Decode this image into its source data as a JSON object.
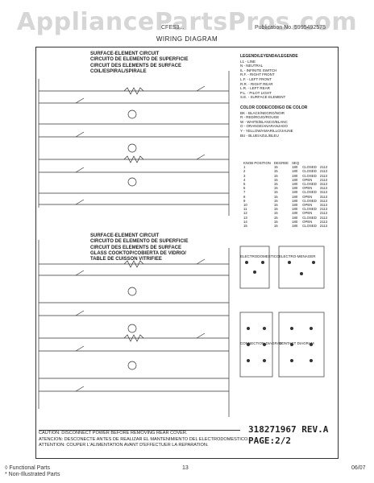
{
  "watermark": "AppliancePartsPros.com",
  "header": {
    "model_left": "CFES3...",
    "publication": "Publication No. 5995492575",
    "title": "WIRING DIAGRAM"
  },
  "sections": {
    "top": [
      "SURFACE-ELEMENT CIRCUIT",
      "CIRCUITO DE ELEMENTO DE SUPERFICIE",
      "CIRCUIT DES ELEMENTS DE SURFACE",
      "COIL/ESPIRAL/SPIRALE"
    ],
    "bottom": [
      "SURFACE-ELEMENT CIRCUIT",
      "CIRCUITO DE ELEMENTO DE SUPERFICIE",
      "CIRCUIT DES ELEMENTS DE SURFACE",
      "GLASS COOKTOP/COBIERTA DE VIDRIO/",
      "TABLE DE CUISSON VITRIFIEE"
    ]
  },
  "legend": {
    "heading": "LEGEND/LEYENDA/LEGENDE",
    "items": [
      "L1 - LINE",
      "N - NEUTRAL",
      "IL - INFINITE SWITCH",
      "R.F. - RIGHT FRONT",
      "L.F. - LEFT FRONT",
      "R.R. - RIGHT REAR",
      "L.R. - LEFT REAR",
      "P.L. - PILOT LIGHT",
      "S.E. - SURFACE ELEMENT"
    ],
    "color_heading": "COLOR CODE/CODIGO DE COLOR",
    "colors": [
      "BK - BLACK/NEGRO/NOIR",
      "R - RED/ROJO/ROUGE",
      "W - WHITE/BLANCO/BLANC",
      "O - ORANGE/ANARANJADO",
      "Y - YELLOW/AMARILLO/JAUNE",
      "BU - BLUE/AZUL/BLEU"
    ]
  },
  "switch_table": {
    "headers": [
      "KNOB POSITION",
      "DEGREE",
      "SEQ"
    ],
    "rows": [
      [
        "1",
        "15",
        "180",
        "CLOSED",
        "2113"
      ],
      [
        "2",
        "15",
        "180",
        "CLOSED",
        "2113"
      ],
      [
        "3",
        "15",
        "180",
        "CLOSED",
        "2113"
      ],
      [
        "4",
        "15",
        "180",
        "OPEN",
        "2113"
      ],
      [
        "5",
        "15",
        "180",
        "CLOSED",
        "3113"
      ],
      [
        "6",
        "15",
        "180",
        "OPEN",
        "3113"
      ],
      [
        "7",
        "15",
        "180",
        "CLOSED",
        "3113"
      ],
      [
        "8",
        "15",
        "180",
        "OPEN",
        "3113"
      ],
      [
        "9",
        "15",
        "180",
        "CLOSED",
        "3113"
      ],
      [
        "10",
        "15",
        "180",
        "OPEN",
        "3113"
      ],
      [
        "11",
        "15",
        "180",
        "CLOSED",
        "2113"
      ],
      [
        "12",
        "15",
        "180",
        "OPEN",
        "2113"
      ],
      [
        "13",
        "15",
        "180",
        "CLOSED",
        "2113"
      ],
      [
        "14",
        "15",
        "180",
        "OPEN",
        "2113"
      ],
      [
        "15",
        "15",
        "180",
        "CLOSED",
        "2113"
      ]
    ]
  },
  "box_labels": {
    "a": "ELECTRODOMESTICO",
    "b": "ELECTRO-MENAGER",
    "c": "CONNECTION DIAGRAM",
    "d": "CONTACT DIAGRAM"
  },
  "caution": [
    "CAUTION: DISCONNECT POWER BEFORE REMOVING REAR COVER.",
    "ATENCION: DESCONECTE ANTES DE REALIZAR EL MANTENIMIENTO DEL ELECTRODOMESTICO.",
    "ATTENTION: COUPER L'ALIMENTATION AVANT D'EFFECTUER LA REPARATION."
  ],
  "part_number": "318271967 REV.A",
  "page": "PAGE:2/2",
  "footer": {
    "left_1": "◊ Functional Parts",
    "left_2": "* Non-Illustrated Parts",
    "page": "13",
    "date": "06/07"
  }
}
